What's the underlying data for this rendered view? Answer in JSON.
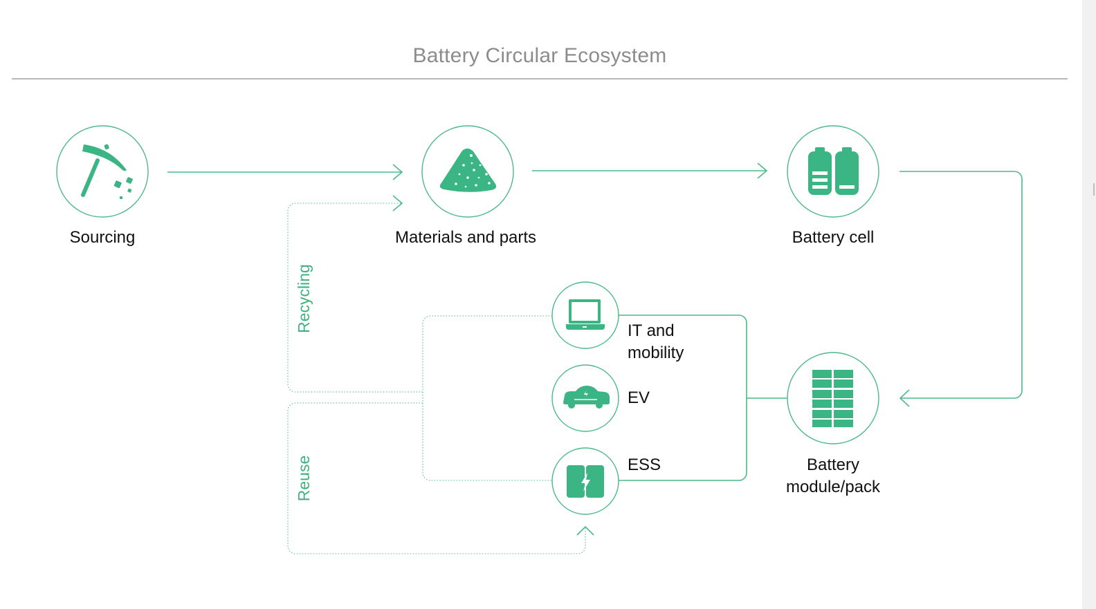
{
  "title": "Battery Circular Ecosystem",
  "colors": {
    "accent": "#3bb584",
    "line": "#4bb98a",
    "label_text": "#111111",
    "title_text": "#8c8c8c"
  },
  "nodes": {
    "sourcing": {
      "label": "Sourcing",
      "icon": "pickaxe-icon"
    },
    "materials": {
      "label": "Materials and parts",
      "icon": "material-pile-icon"
    },
    "battery_cell": {
      "label": "Battery cell",
      "icon": "battery-cells-icon"
    },
    "battery_module": {
      "label_line1": "Battery",
      "label_line2": "module/pack",
      "icon": "battery-module-grid-icon"
    },
    "it_mobility": {
      "label_line1": "IT and",
      "label_line2": "mobility",
      "icon": "laptop-icon"
    },
    "ev": {
      "label": "EV",
      "icon": "electric-car-icon"
    },
    "ess": {
      "label": "ESS",
      "icon": "energy-storage-icon"
    }
  },
  "loops": {
    "recycling": "Recycling",
    "reuse": "Reuse"
  }
}
